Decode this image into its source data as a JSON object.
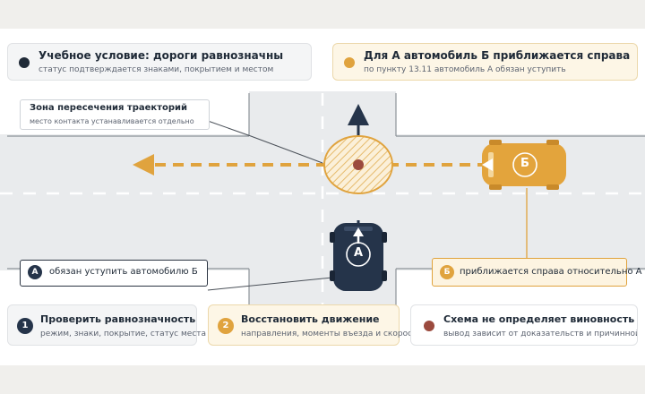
{
  "header": {
    "left": {
      "title": "Учебное условие: дороги равнозначны",
      "subtitle": "статус подтверждается знаками, покрытием и местом",
      "dot_color": "#1f2a37"
    },
    "right": {
      "title": "Для А автомобиль Б приближается справа",
      "subtitle": "по пункту 13.11 автомобиль А обязан уступить",
      "dot_color": "#e0a33e"
    }
  },
  "zone_callout": {
    "title": "Зона пересечения траекторий",
    "subtitle": "место контакта устанавливается отдельно"
  },
  "vehicles": {
    "a": {
      "letter": "А",
      "color": "#25344a"
    },
    "b": {
      "letter": "Б",
      "color": "#e3a43c"
    }
  },
  "labels": {
    "a_note": {
      "badge": "А",
      "text": "обязан уступить автомобилю Б"
    },
    "b_note": {
      "badge": "Б",
      "text": "приближается справа относительно А"
    }
  },
  "footer": [
    {
      "number": "1",
      "title": "Проверить равнозначность",
      "subtitle": "режим, знаки, покрытие, статус места"
    },
    {
      "number": "2",
      "title": "Восстановить движение",
      "subtitle": "направления, моменты въезда и скорость"
    },
    {
      "number": "",
      "title": "Схема не определяет виновность",
      "subtitle": "вывод зависит от доказательств и причинной связи",
      "dot_color": "#9b4a3e"
    }
  ],
  "colors": {
    "road": "#e9ebed",
    "road_edge": "#8d9399",
    "accent": "#e0a33e",
    "navy": "#25344a"
  }
}
